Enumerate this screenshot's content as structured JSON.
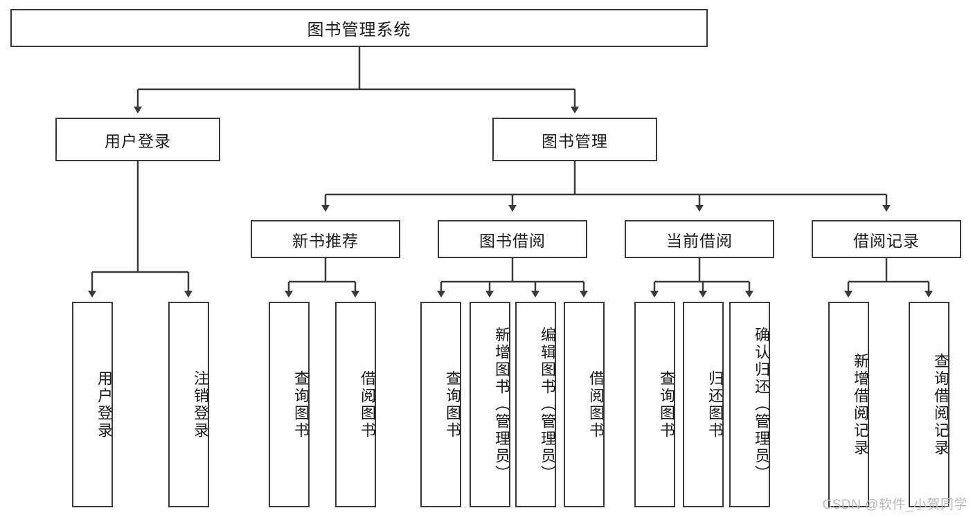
{
  "diagram": {
    "type": "tree-hierarchy-functional-decomposition",
    "root": {
      "id": "root",
      "label": "图书管理系统"
    },
    "level1": [
      {
        "id": "user-login",
        "label": "用户登录"
      },
      {
        "id": "book-management",
        "label": "图书管理"
      }
    ],
    "level2": [
      {
        "id": "new-book-recommend",
        "label": "新书推荐",
        "parent": "book-management"
      },
      {
        "id": "book-borrow",
        "label": "图书借阅",
        "parent": "book-management"
      },
      {
        "id": "current-borrow",
        "label": "当前借阅",
        "parent": "book-management"
      },
      {
        "id": "borrow-record",
        "label": "借阅记录",
        "parent": "book-management"
      }
    ],
    "leaves": {
      "user-login": [
        {
          "id": "leaf-user-login",
          "label": "用户登录"
        },
        {
          "id": "leaf-user-logout",
          "label": "注销登录"
        }
      ],
      "new-book-recommend": [
        {
          "id": "leaf-query-book-1",
          "label": "查询图书"
        },
        {
          "id": "leaf-borrow-book-1",
          "label": "借阅图书"
        }
      ],
      "book-borrow": [
        {
          "id": "leaf-query-book-2",
          "label": "查询图书"
        },
        {
          "id": "leaf-add-book",
          "label": "新增图书（管理员）"
        },
        {
          "id": "leaf-edit-book",
          "label": "编辑图书（管理员）"
        },
        {
          "id": "leaf-borrow-book-2",
          "label": "借阅图书"
        }
      ],
      "current-borrow": [
        {
          "id": "leaf-query-book-3",
          "label": "查询图书"
        },
        {
          "id": "leaf-return-book",
          "label": "归还图书"
        },
        {
          "id": "leaf-confirm-return",
          "label": "确认归还（管理员）"
        }
      ],
      "borrow-record": [
        {
          "id": "leaf-add-record",
          "label": "新增借阅记录"
        },
        {
          "id": "leaf-query-record",
          "label": "查询借阅记录"
        }
      ]
    },
    "colors": {
      "stroke": "#3a3a3a",
      "fill": "#ffffff",
      "text": "#1a1a1a",
      "watermark": "#b9b9b9"
    }
  },
  "watermark": {
    "text": "CSDN @软件_小贺同学"
  }
}
